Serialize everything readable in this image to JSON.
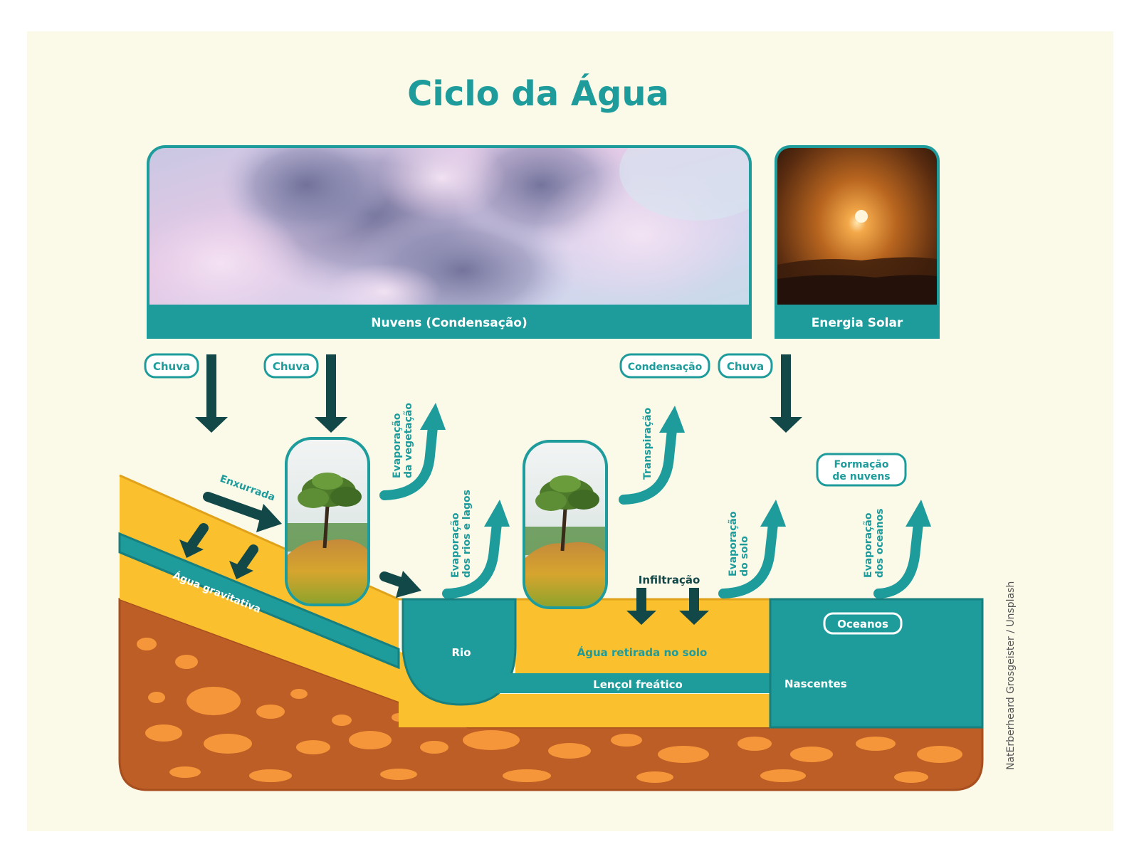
{
  "title": "Ciclo da Água",
  "panels": {
    "clouds_caption": "Nuvens (Condensação)",
    "sun_caption": "Energia Solar"
  },
  "badges": {
    "rain_1": "Chuva",
    "rain_2": "Chuva",
    "condensation": "Condensação",
    "rain_3": "Chuva",
    "cloud_formation_1": "Formação",
    "cloud_formation_2": "de nuvens",
    "oceans": "Oceanos"
  },
  "labels": {
    "runoff": "Enxurrada",
    "gravitational_water": "Água gravitativa",
    "veg_evap_1": "Evaporação",
    "veg_evap_2": "da vegetação",
    "river_evap_1": "Evaporação",
    "river_evap_2": "dos rios e lagos",
    "transpiration": "Transpiração",
    "soil_evap_1": "Evaporação",
    "soil_evap_2": "do solo",
    "ocean_evap_1": "Evaporação",
    "ocean_evap_2": "dos oceanos",
    "infiltration": "Infiltração",
    "river": "Rio",
    "soil_water": "Água retirada no solo",
    "water_table": "Lençol freático",
    "springs": "Nascentes"
  },
  "credit": "NatErberheard Grosgeister / Unsplash",
  "colors": {
    "background": "#fbf9e8",
    "teal": "#1e9c9c",
    "dark_arrow": "#134848",
    "yellow": "#fbc02d",
    "soil": "#bd5e26",
    "pebble": "#f6963a"
  }
}
